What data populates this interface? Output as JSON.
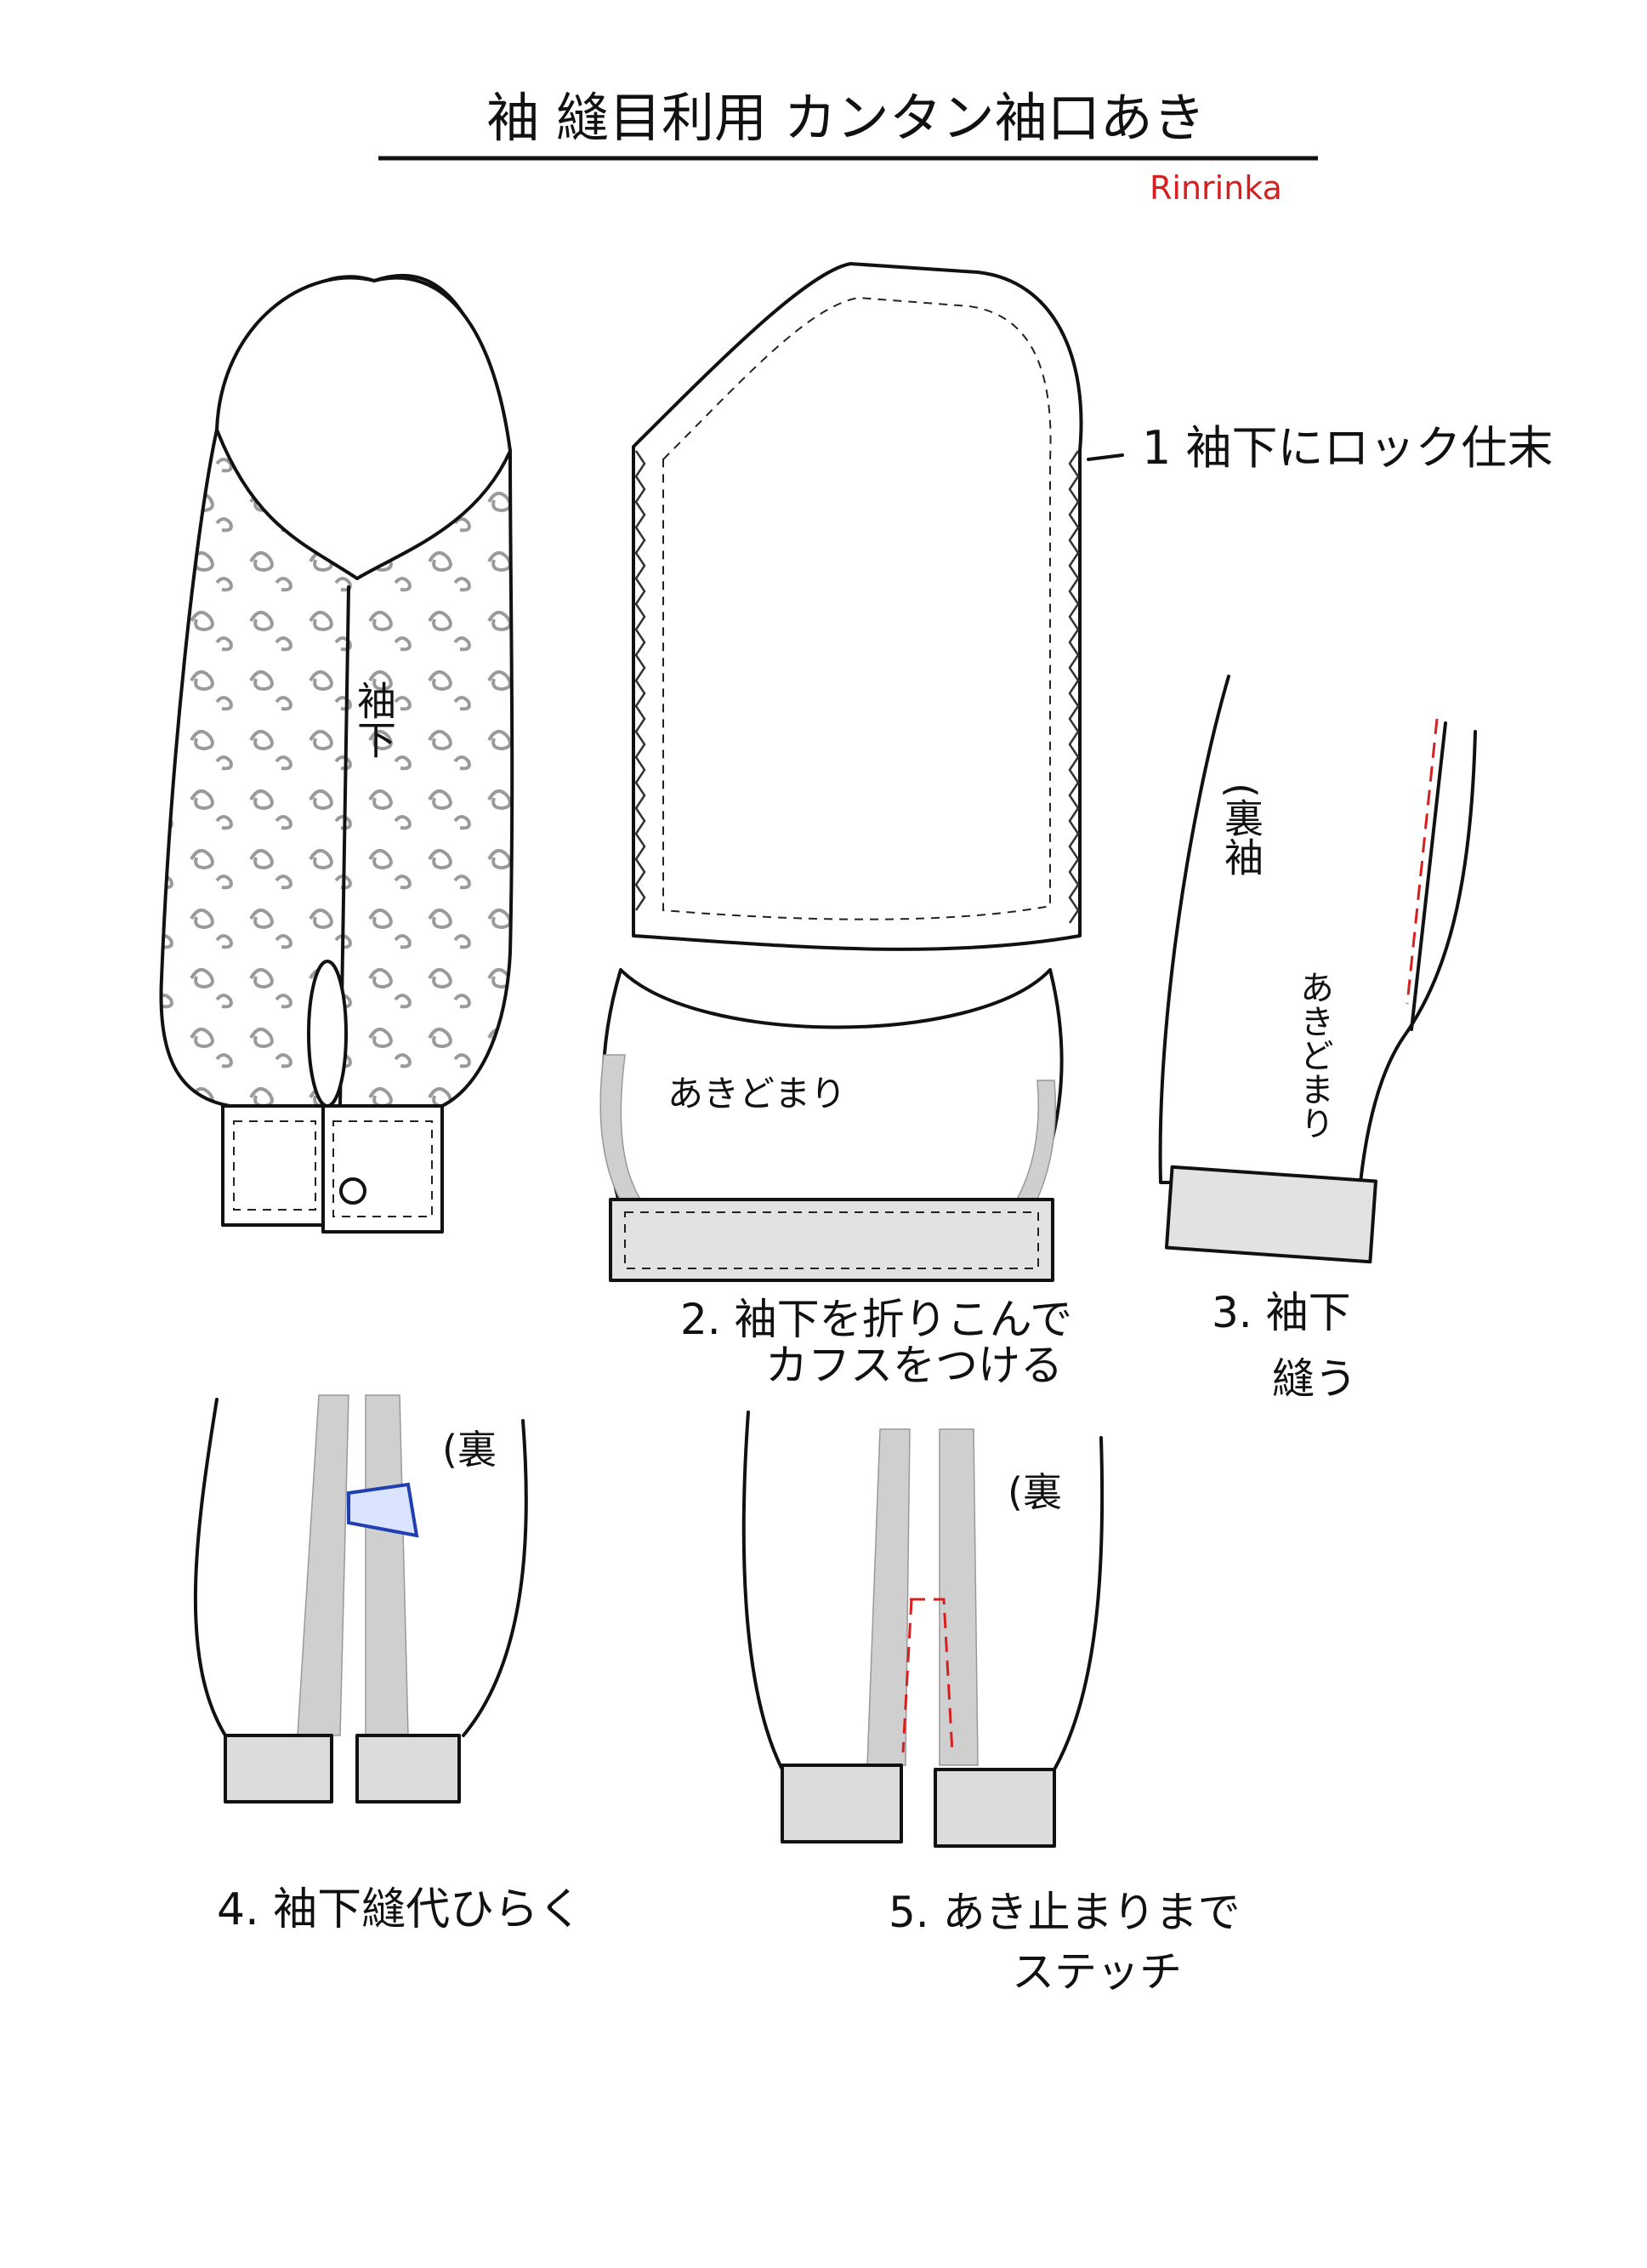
{
  "title": "袖 縫目利用 カンタン袖口あき",
  "author": "Rinrinka",
  "colors": {
    "ink": "#111111",
    "author": "#d62020",
    "stitch_line": "#d62020",
    "iron": "#2040b0"
  },
  "figure1": {
    "label": "袖下"
  },
  "step1": {
    "label": "1 袖下にロック仕末"
  },
  "step2": {
    "annotation": "あきどまり",
    "caption_line1": "2. 袖下を折りこんで",
    "caption_line2": "カフスをつける"
  },
  "step3": {
    "note": "(裏袖",
    "annotation": "あきどまり",
    "caption_line1": "3. 袖下",
    "caption_line2": "縫う"
  },
  "step4": {
    "note": "(裏",
    "caption": "4. 袖下縫代ひらく"
  },
  "step5": {
    "note": "(裏",
    "caption_line1": "5. あき止まりまで",
    "caption_line2": "ステッチ"
  }
}
